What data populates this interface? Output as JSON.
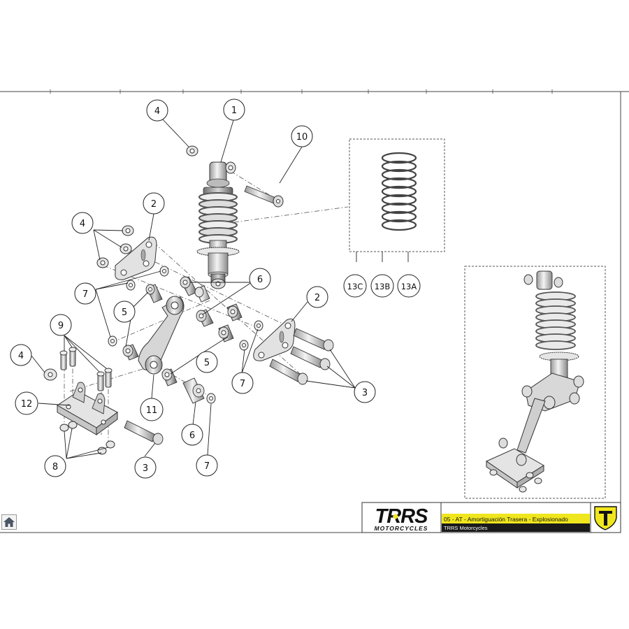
{
  "brand": {
    "logo_text": "TRRS",
    "logo_subtext": "MOTORCYCLES",
    "accent_color": "#f0e61e",
    "emblem_letter": "T"
  },
  "title_block": {
    "title": "05 - AT - Amortiguación Trasera - Explosionado",
    "company": "TRRS Motorcycles"
  },
  "callouts": {
    "c1": "1",
    "c2a": "2",
    "c2b": "2",
    "c3a": "3",
    "c3b": "3",
    "c4a": "4",
    "c4b": "4",
    "c4c": "4",
    "c5a": "5",
    "c5b": "5",
    "c6a": "6",
    "c6b": "6",
    "c7a": "7",
    "c7b": "7",
    "c7c": "7",
    "c8": "8",
    "c9": "9",
    "c10": "10",
    "c11": "11",
    "c12": "12",
    "c13a": "13A",
    "c13b": "13B",
    "c13c": "13C"
  },
  "icons": {
    "home": "home-icon"
  }
}
